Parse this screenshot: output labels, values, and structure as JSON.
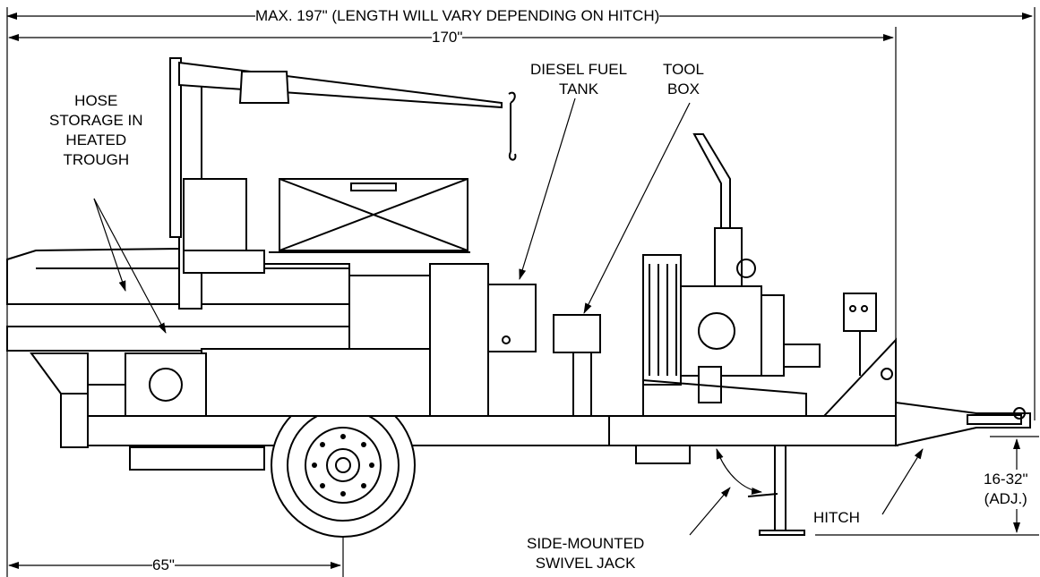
{
  "dimensions": {
    "overall_max": "MAX. 197\" (LENGTH WILL VARY DEPENDING ON HITCH)",
    "overall_length": "170\"",
    "axle_position": "65\"",
    "hitch_height_line1": "16-32\"",
    "hitch_height_line2": "(ADJ.)"
  },
  "callouts": {
    "hose_storage": [
      "HOSE",
      "STORAGE IN",
      "HEATED",
      "TROUGH"
    ],
    "diesel_tank": [
      "DIESEL FUEL",
      "TANK"
    ],
    "tool_box": [
      "TOOL",
      "BOX"
    ],
    "swivel_jack": [
      "SIDE-MOUNTED",
      "SWIVEL JACK"
    ],
    "hitch": "HITCH"
  }
}
